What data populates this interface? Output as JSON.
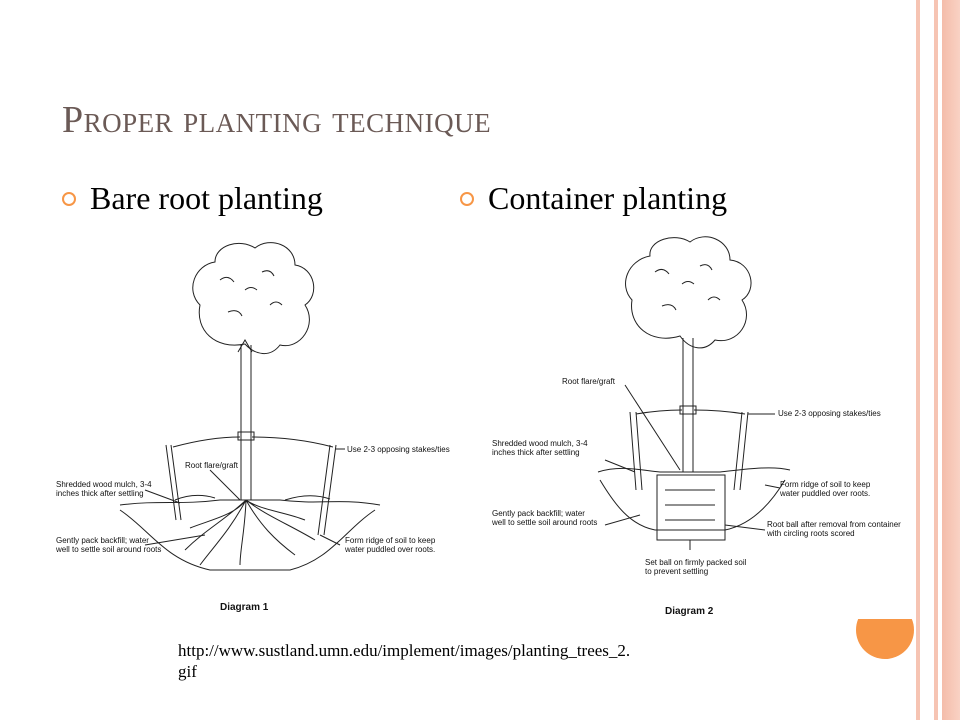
{
  "slide": {
    "title": "Proper planting technique",
    "bullets": [
      {
        "text": "Bare root planting"
      },
      {
        "text": "Container planting"
      }
    ],
    "url_line1": "http://www.sustland.umn.edu/implement/images/planting_trees_2.",
    "url_line2": "gif"
  },
  "diagram1": {
    "caption": "Diagram 1",
    "labels": {
      "stakes": "Use 2-3 opposing stakes/ties",
      "root_flare": "Root flare/graft",
      "mulch_1": "Shredded wood mulch, 3-4",
      "mulch_2": "inches thick after settling",
      "backfill_1": "Gently pack backfill; water",
      "backfill_2": "well to settle soil around roots",
      "ridge_1": "Form ridge of soil to keep",
      "ridge_2": "water puddled over roots."
    }
  },
  "diagram2": {
    "caption": "Diagram 2",
    "labels": {
      "root_flare": "Root flare/graft",
      "stakes": "Use 2-3 opposing stakes/ties",
      "mulch_1": "Shredded wood mulch, 3-4",
      "mulch_2": "inches thick after settling",
      "ridge_1": "Form ridge of soil to keep",
      "ridge_2": "water puddled over roots.",
      "backfill_1": "Gently pack backfill; water",
      "backfill_2": "well to settle soil around roots",
      "rootball_1": "Root ball after removal from container",
      "rootball_2": "with circling roots scored",
      "setball_1": "Set ball on firmly packed soil",
      "setball_2": "to prevent settling"
    }
  }
}
